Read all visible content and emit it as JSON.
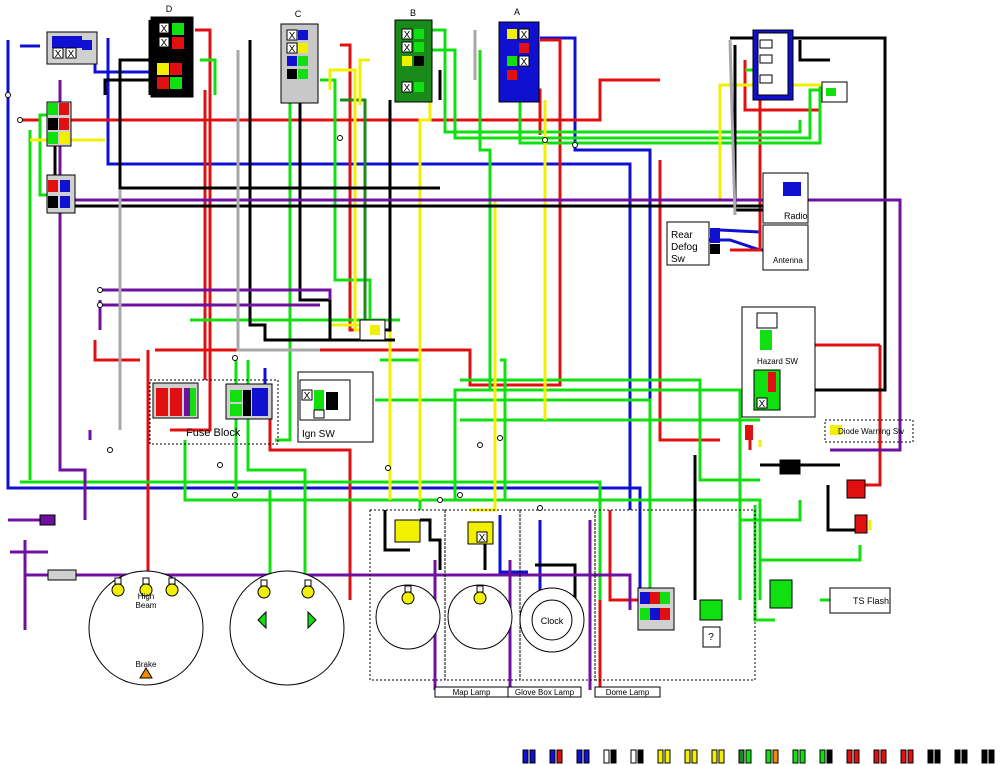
{
  "connectors": {
    "d": "D",
    "c": "C",
    "b": "B",
    "a": "A"
  },
  "pin_mark": "X",
  "labels": {
    "rear_defog": [
      "Rear",
      "Defog",
      "Sw"
    ],
    "radio": "Radio",
    "antenna": "Antenna",
    "hazard": "Hazard SW",
    "diode": "Diode Warning Sw",
    "fuse": "Fuse Block",
    "ign": "Ign SW",
    "ts_flash": "TS Flash",
    "high_beam": [
      "High",
      "Beam"
    ],
    "brake": "Brake",
    "clock": "Clock",
    "map_lamp": "Map Lamp",
    "glove_lamp": "Glove Box Lamp",
    "dome_lamp": "Dome Lamp",
    "unknown": "?"
  },
  "wire_colors": {
    "blue": "#1010d0",
    "red": "#e01010",
    "green": "#10e010",
    "darkgreen": "#1a8a1a",
    "yellow": "#f0f000",
    "black": "#000000",
    "purple": "#7010a0",
    "grey": "#a8a8a8",
    "white": "#ffffff",
    "orange": "#f08a00"
  }
}
